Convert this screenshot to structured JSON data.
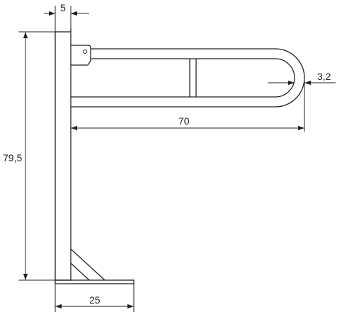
{
  "dimensions": {
    "top_width": "5",
    "height": "79,5",
    "reach": "70",
    "tube_diameter": "3,2",
    "base_width": "25"
  },
  "colors": {
    "stroke": "#222222",
    "background": "#ffffff"
  }
}
